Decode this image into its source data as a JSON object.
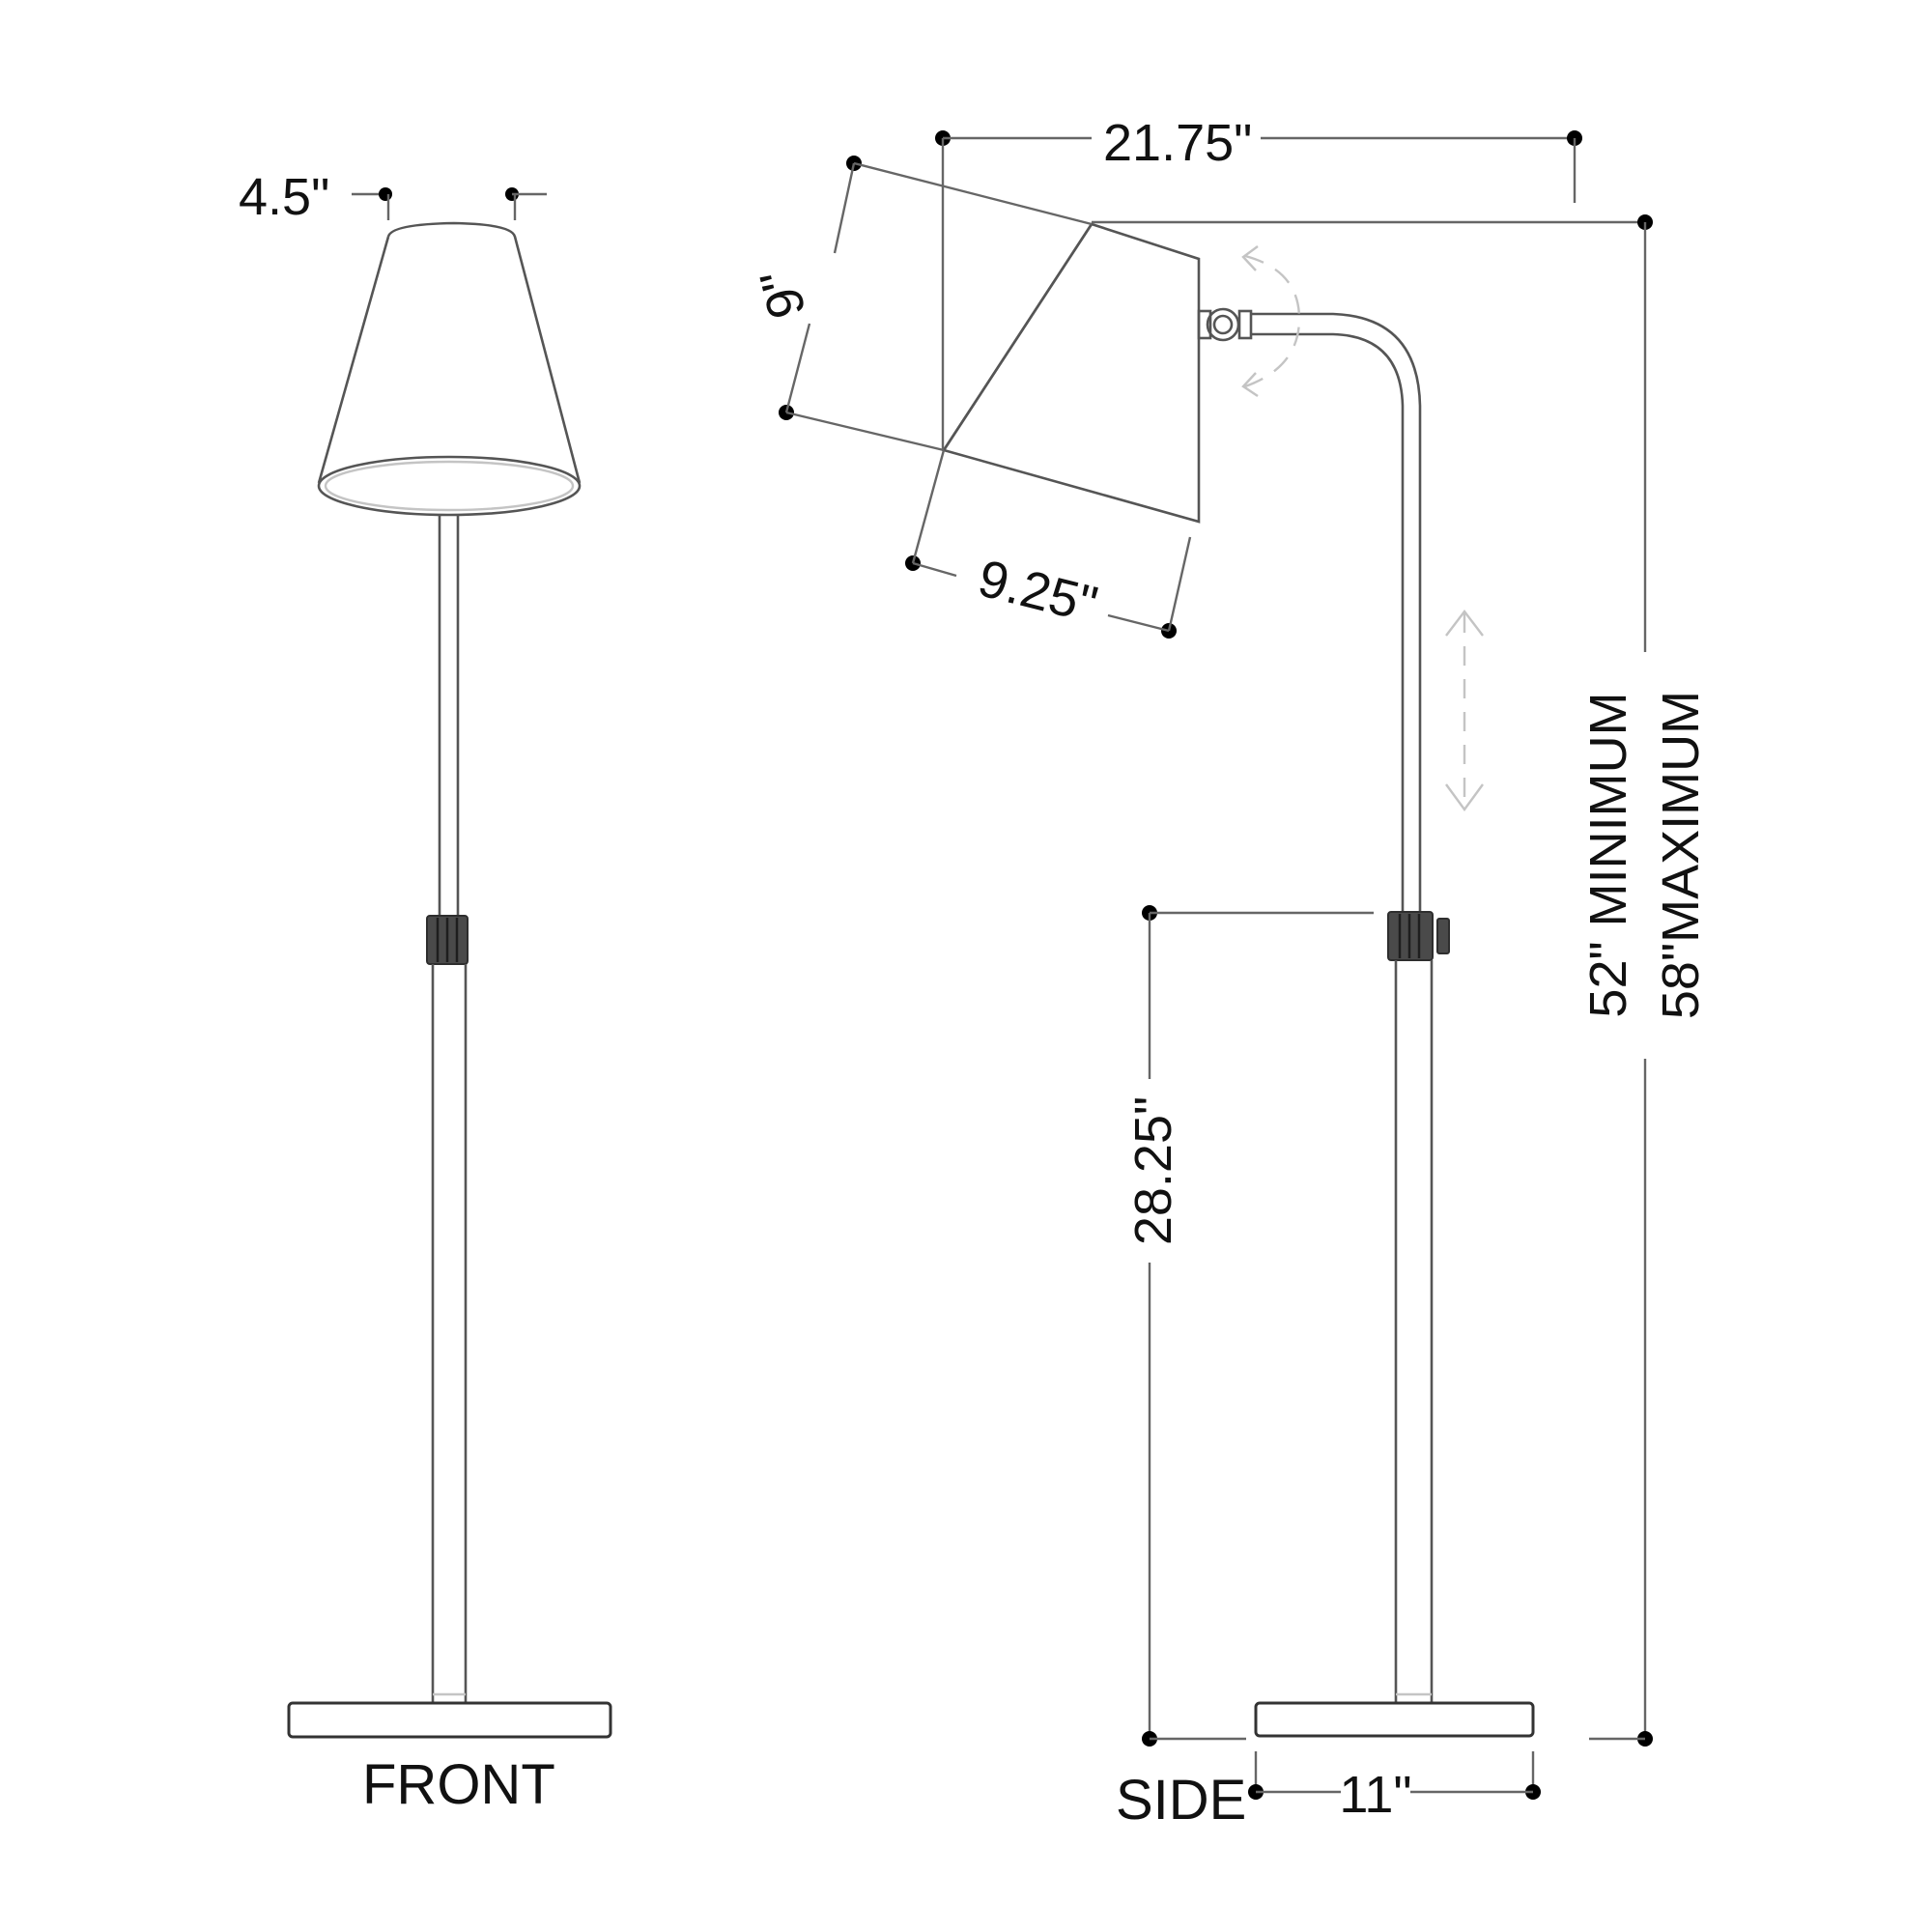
{
  "drawing": {
    "title": "Floor lamp dimension drawing",
    "line_color": "#555555",
    "dot_color": "#000000",
    "hint_color": "#c4c4c4",
    "knob_color": "#4a4a4a"
  },
  "views": {
    "front": {
      "label": "FRONT",
      "dimensions": {
        "shade_top_width": "4.5\""
      }
    },
    "side": {
      "label": "SIDE",
      "dimensions": {
        "overall_reach": "21.75\"",
        "shade_height": "9\"",
        "shade_bottom_width": "9.25\"",
        "knob_height": "28.25\"",
        "base_width": "11\"",
        "height_min": "52\" MINIMUM",
        "height_max": "58\"MAXIMUM"
      },
      "indicators": {
        "rotation_arrow": "shade-pivot-rotation",
        "height_arrow": "telescoping-height-adjust"
      }
    }
  }
}
